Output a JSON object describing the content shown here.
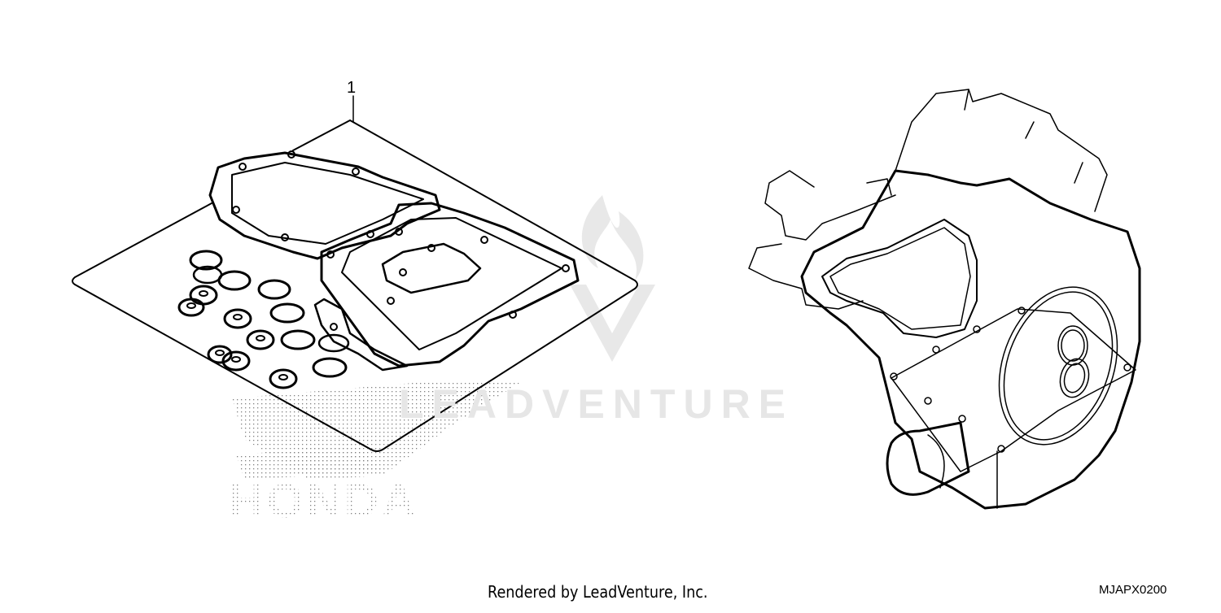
{
  "diagram": {
    "type": "parts-exploded-view",
    "callouts": [
      {
        "number": "1",
        "label": "1"
      }
    ],
    "illustrations": [
      {
        "name": "gasket-kit",
        "description": "Gasket kit sheet with frame gaskets, o-rings and sealing washers"
      },
      {
        "name": "engine-block",
        "description": "Engine crankcase with gasket locations outlined"
      }
    ]
  },
  "watermark": {
    "brand_text": "LEADVENTURE",
    "honda_text": "HONDA",
    "color": "#e6e6e6"
  },
  "footer": {
    "credit": "Rendered by LeadVenture, Inc.",
    "diagram_code": "MJAPX0200"
  },
  "colors": {
    "line": "#000000",
    "background": "#ffffff",
    "watermark": "#e6e6e6",
    "dot_pattern": "#555555"
  }
}
